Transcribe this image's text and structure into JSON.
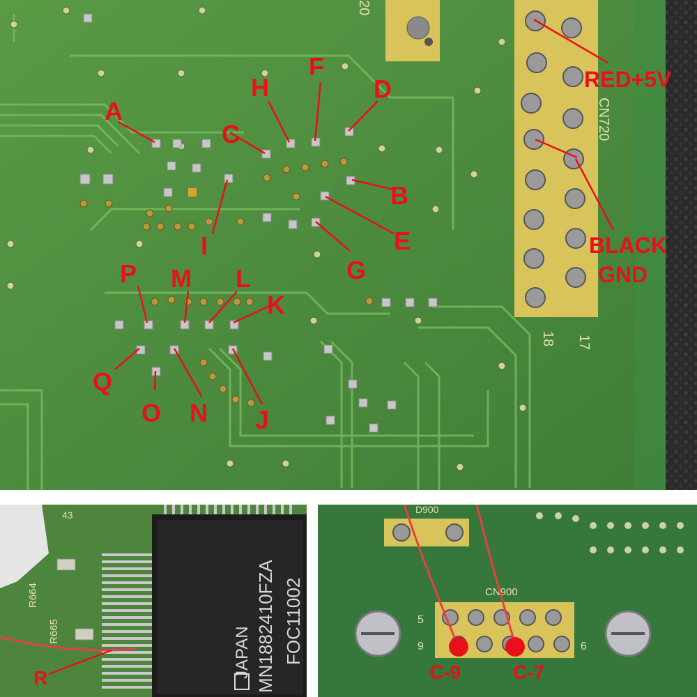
{
  "top_panel": {
    "labels": {
      "A": "A",
      "B": "B",
      "C": "C",
      "D": "D",
      "E": "E",
      "F": "F",
      "G": "G",
      "H": "H",
      "I": "I",
      "J": "J",
      "K": "K",
      "L": "L",
      "M": "M",
      "N": "N",
      "O": "O",
      "P": "P",
      "Q": "Q"
    },
    "power_label": "RED+5V",
    "ground_label_line1": "BLACK",
    "ground_label_line2": "GND",
    "connector_silk": "CN720",
    "pin_18": "18",
    "pin_17": "17",
    "pin_20": "20"
  },
  "bottom_left_panel": {
    "chip_country": "JAPAN",
    "chip_part": "MN1882410FZA",
    "chip_extra": "FOC11002",
    "silk_r664": "R664",
    "silk_r665": "R665",
    "silk_43": "43",
    "label_r": "R"
  },
  "bottom_right_panel": {
    "silk_d900": "D900",
    "silk_cn900": "CN900",
    "pin_5": "5",
    "pin_9": "9",
    "pin_6": "6",
    "label_c9": "C-9",
    "label_c7": "C-7"
  },
  "colors": {
    "board_green": "#4b8a3c",
    "label_red": "#e8101a",
    "connector_yellow": "#d8c45a"
  }
}
